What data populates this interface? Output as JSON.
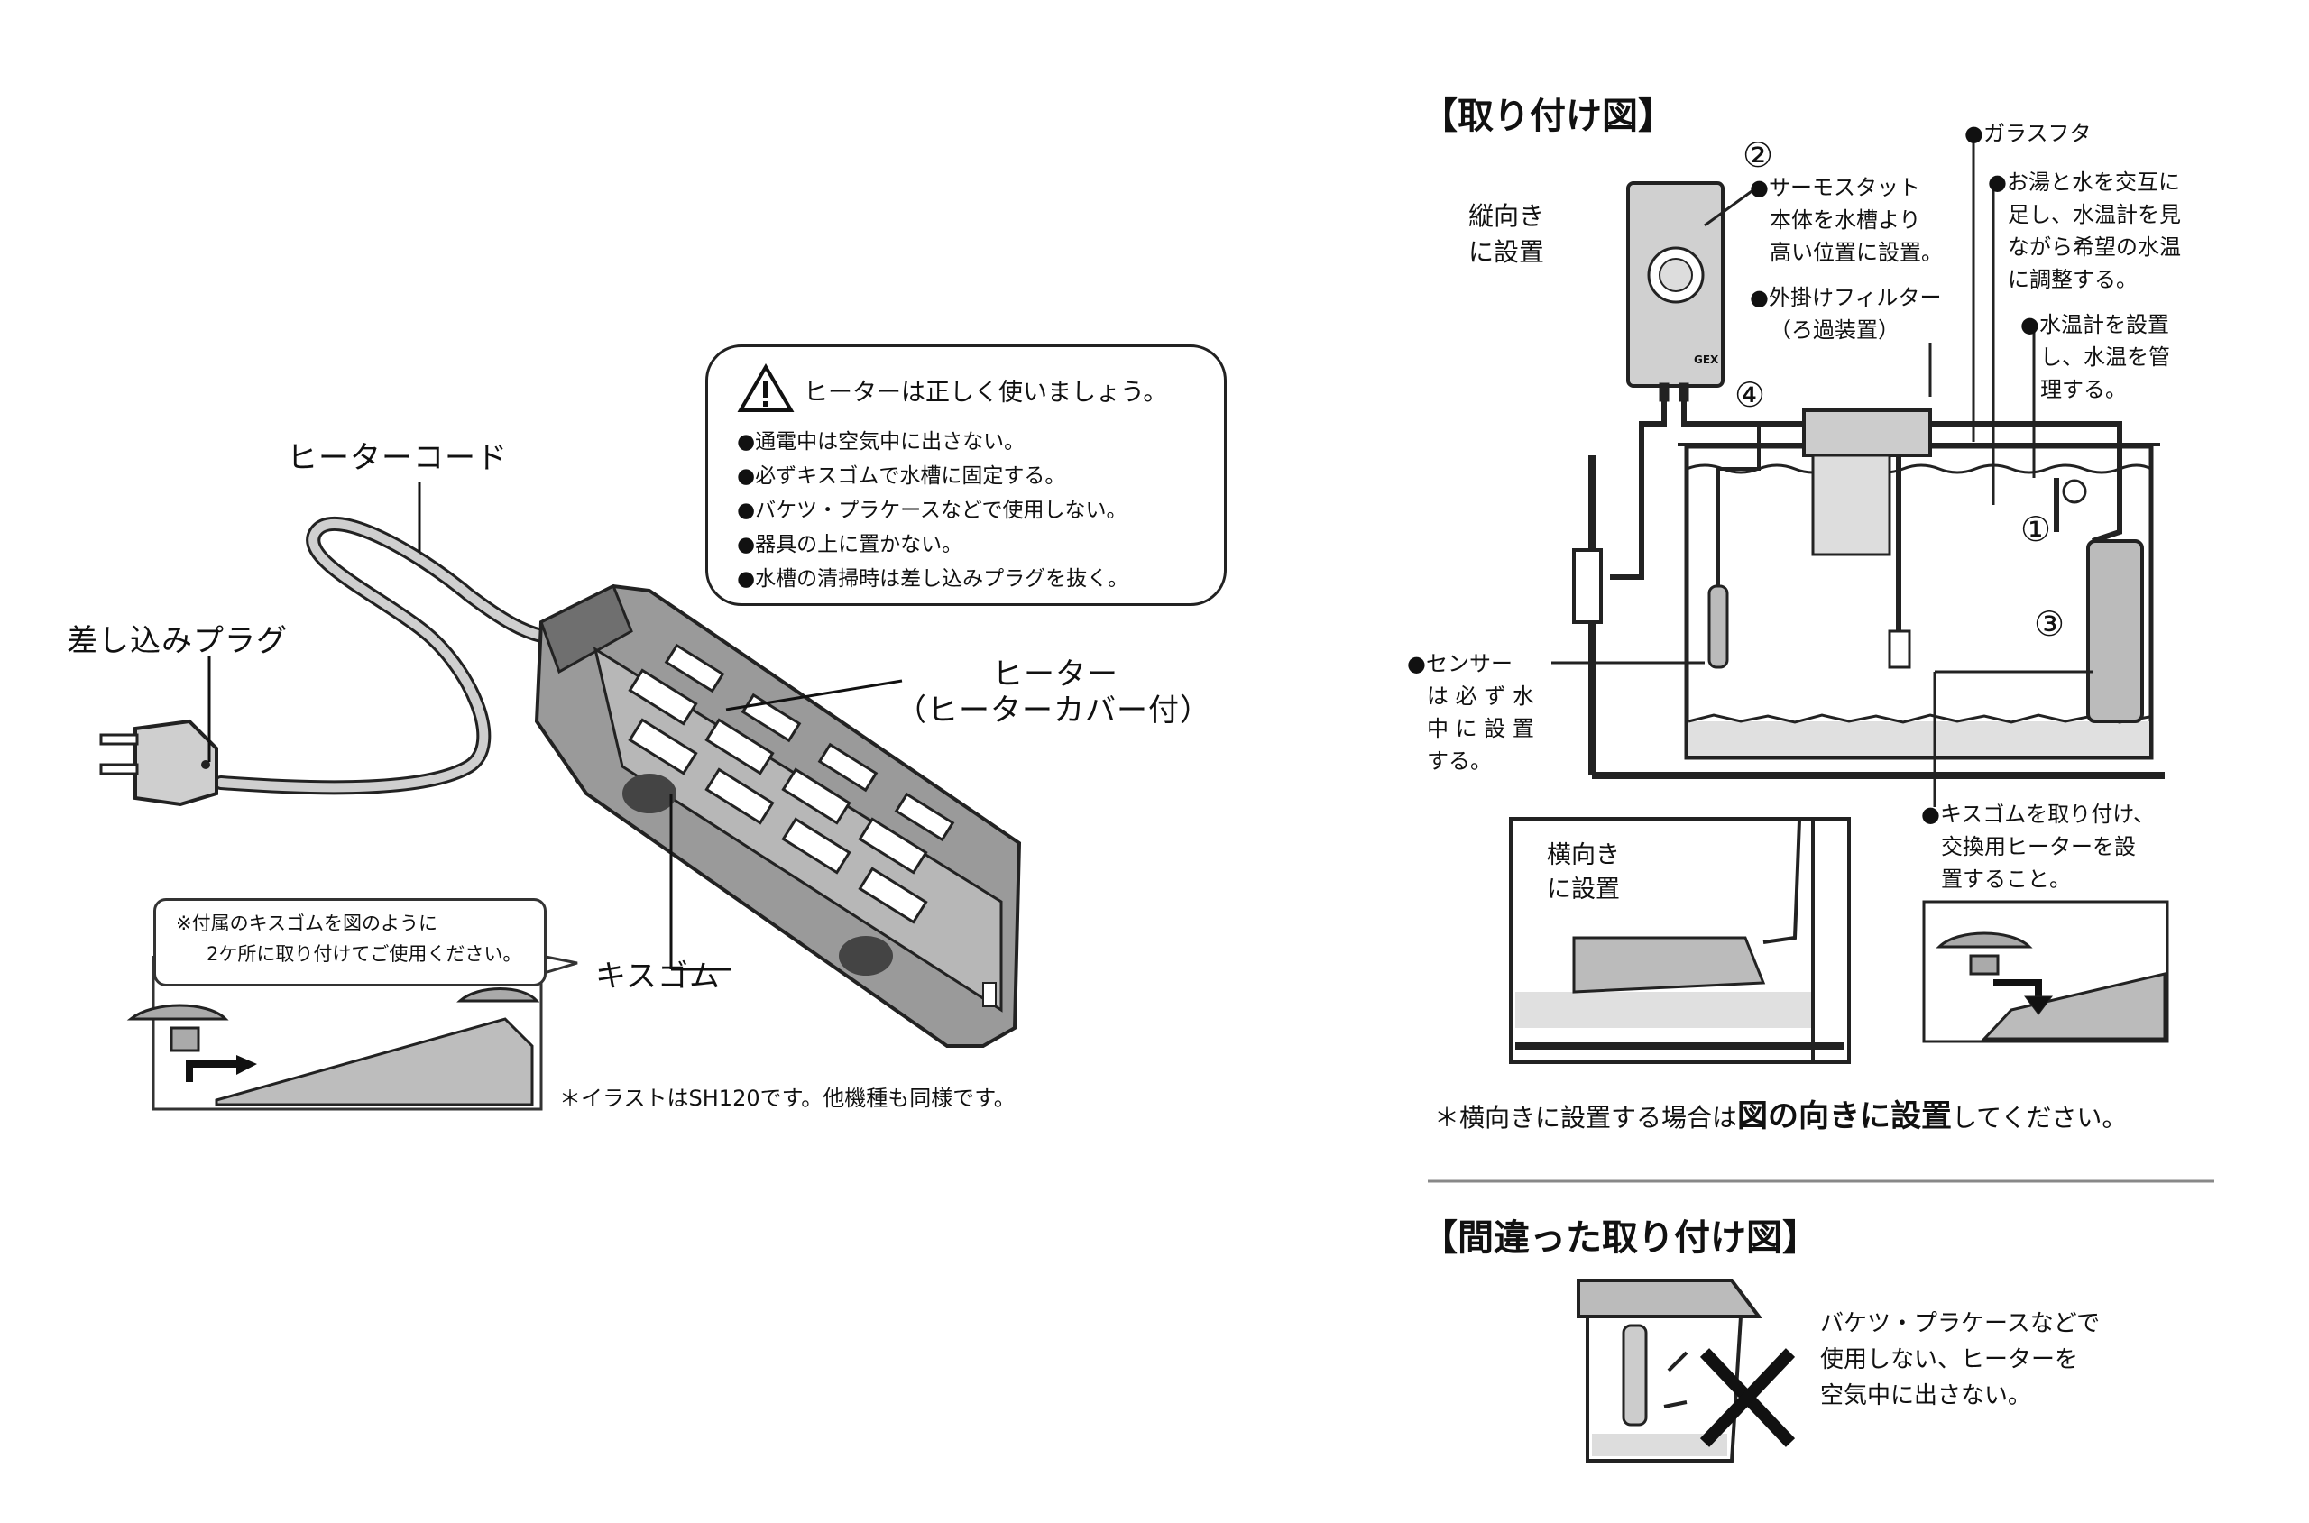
{
  "left": {
    "labels": {
      "heater_cord": "ヒーターコード",
      "plug": "差し込みプラグ",
      "heater": "ヒーター",
      "heater_sub": "（ヒーターカバー付）",
      "suction": "キスゴム"
    },
    "warning": {
      "title": "ヒーターは正しく使いましょう。",
      "items": [
        "●通電中は空気中に出さない。",
        "●必ずキスゴムで水槽に固定する。",
        "●バケツ・プラケースなどで使用しない。",
        "●器具の上に置かない。",
        "●水槽の清掃時は差し込みプラグを抜く。"
      ]
    },
    "bubble": {
      "line1": "※付属のキスゴムを図のように",
      "line2": "2ケ所に取り付けてご使用ください。"
    },
    "illustration_note": "＊イラストはSH120です。他機種も同様です。"
  },
  "right": {
    "install_title": "【取り付け図】",
    "vertical": {
      "line1": "縦向き",
      "line2": "に設置"
    },
    "numbers": {
      "n1": "①",
      "n2": "②",
      "n3": "③",
      "n4": "④"
    },
    "thermostat_label": [
      "●サーモスタット",
      "本体を水槽より",
      "高い位置に設置。"
    ],
    "glass_lid": "●ガラスフタ",
    "hot_water": [
      "●お湯と水を交互に",
      "足し、水温計を見",
      "ながら希望の水温",
      "に調整する。"
    ],
    "filter": [
      "●外掛けフィルター",
      "（ろ過装置）"
    ],
    "thermometer": [
      "●水温計を設置",
      "し、水温を管",
      "理する。"
    ],
    "sensor": [
      "●センサー",
      "は 必 ず 水",
      "中 に 設 置",
      "する。"
    ],
    "suction_note": [
      "●キスゴムを取り付け、",
      "交換用ヒーターを設",
      "置すること。"
    ],
    "horizontal": {
      "line1": "横向き",
      "line2": "に設置"
    },
    "horizontal_note_a": "＊横向きに設置する場合は",
    "horizontal_note_b": "図の向きに設置",
    "horizontal_note_c": "してください。",
    "wrong_title": "【間違った取り付け図】",
    "wrong_note": [
      "バケツ・プラケースなどで",
      "使用しない、ヒーターを",
      "空気中に出さない。"
    ],
    "thermostat_brand": "GEX"
  }
}
